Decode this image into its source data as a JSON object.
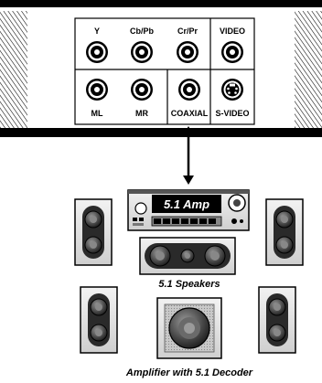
{
  "panel": {
    "jacks": {
      "y": "Y",
      "cb_pb": "Cb/Pb",
      "cr_pr": "Cr/Pr",
      "video": "VIDEO",
      "ml": "ML",
      "mr": "MR",
      "coaxial": "COAXIAL",
      "s_video": "S-VIDEO"
    }
  },
  "amplifier": {
    "display_text": "5.1 Amp"
  },
  "captions": {
    "speakers": "5.1 Speakers",
    "amplifier": "Amplifier with 5.1 Decoder"
  }
}
